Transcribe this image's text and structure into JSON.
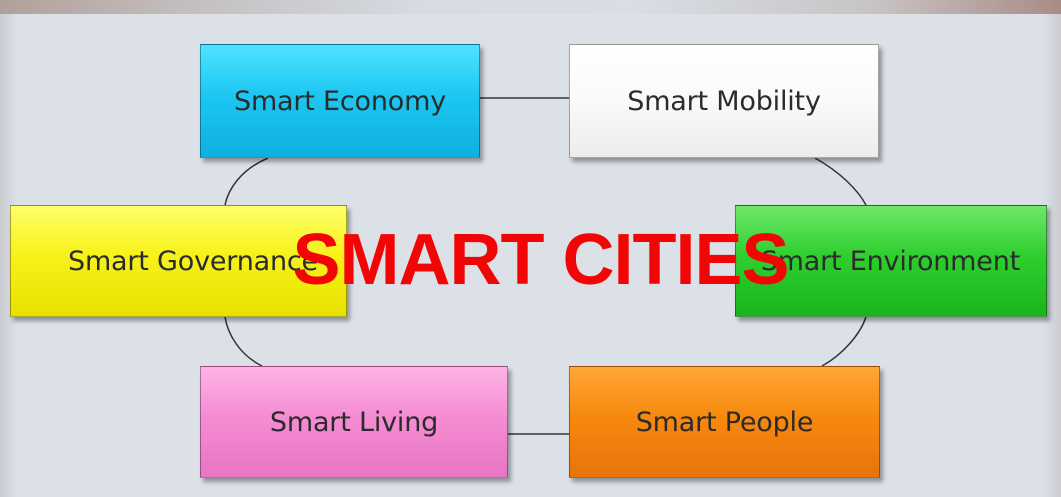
{
  "diagram": {
    "title": "SMART CITIES",
    "nodes": [
      {
        "id": "economy",
        "label": "Smart Economy",
        "color": "#1cc7f2"
      },
      {
        "id": "mobility",
        "label": "Smart Mobility",
        "color": "#ffffff"
      },
      {
        "id": "governance",
        "label": "Smart Governance",
        "color": "#f7f219"
      },
      {
        "id": "environment",
        "label": "Smart Environment",
        "color": "#2fcf2f"
      },
      {
        "id": "living",
        "label": "Smart Living",
        "color": "#f58dd3"
      },
      {
        "id": "people",
        "label": "Smart People",
        "color": "#f7890e"
      }
    ],
    "edges": [
      [
        "economy",
        "mobility"
      ],
      [
        "mobility",
        "environment"
      ],
      [
        "environment",
        "people"
      ],
      [
        "people",
        "living"
      ],
      [
        "living",
        "governance"
      ],
      [
        "governance",
        "economy"
      ]
    ],
    "title_color": "#f20505"
  }
}
